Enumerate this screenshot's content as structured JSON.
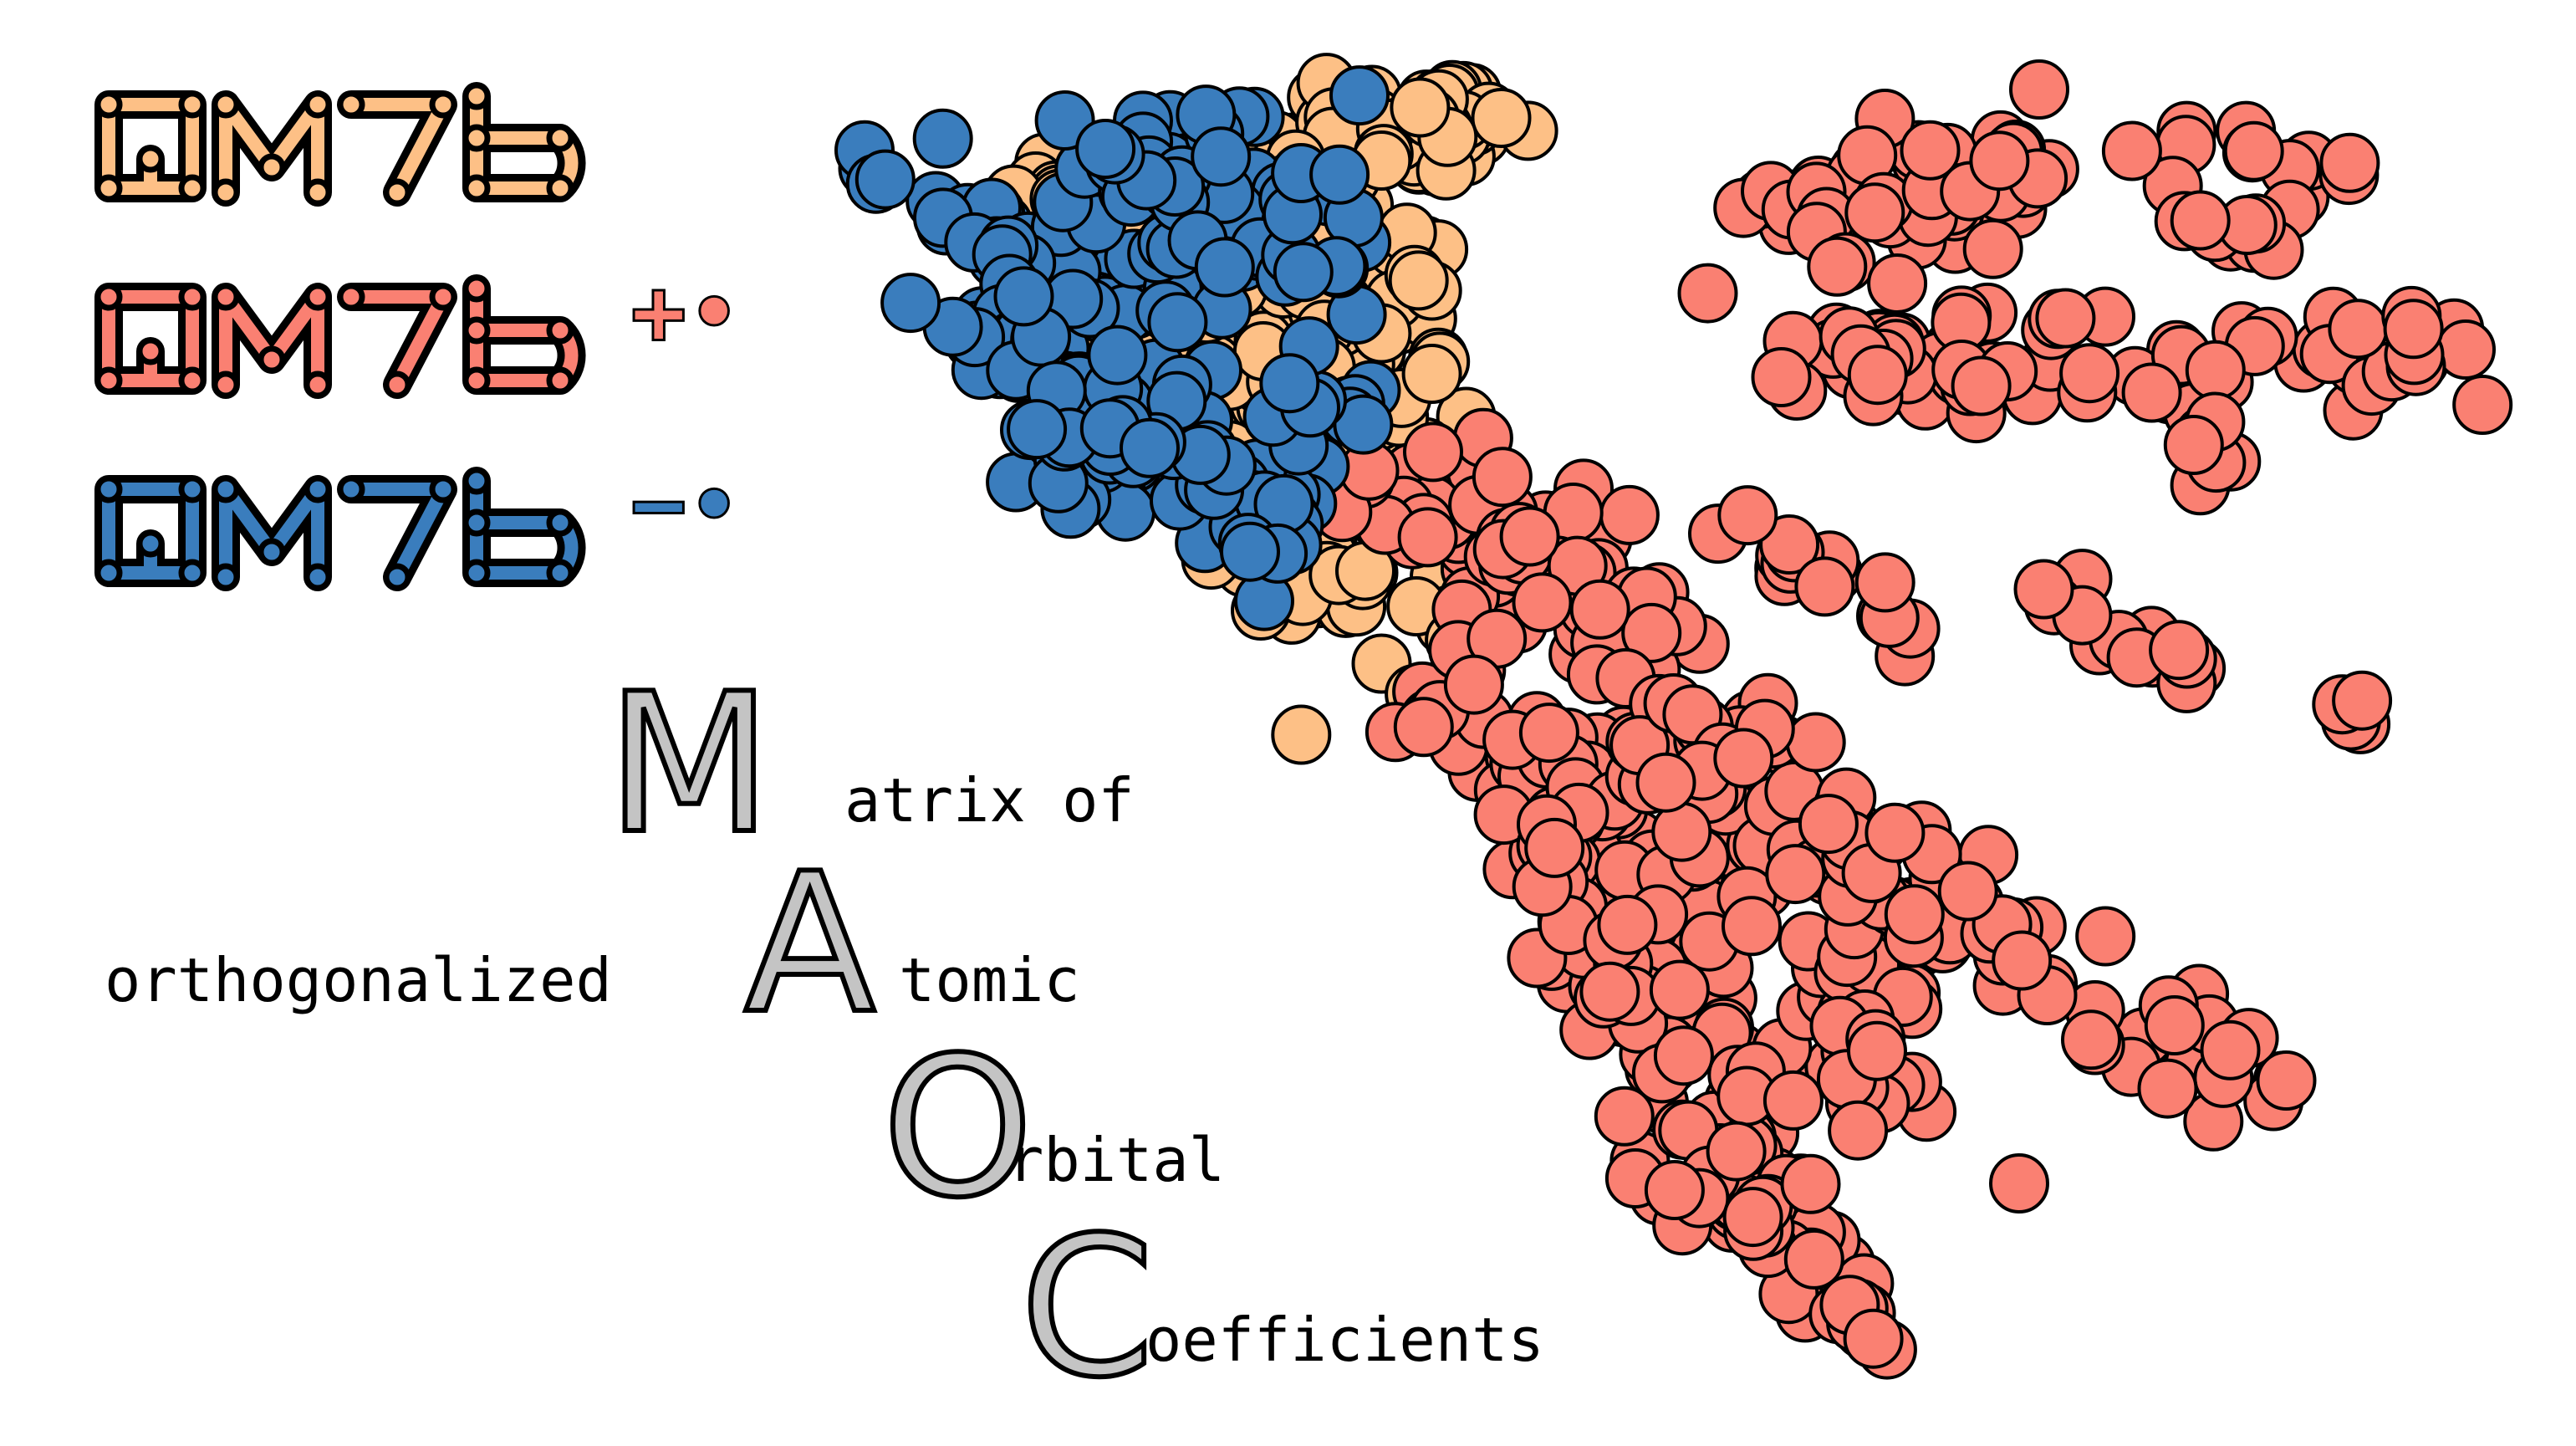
{
  "logo": {
    "lines": [
      {
        "name": "qm7b",
        "word": "QM7b",
        "superscript": "",
        "color": "#fdc086"
      },
      {
        "name": "qm7b-plus",
        "word": "QM7b",
        "superscript": "+•",
        "color": "#fa8072"
      },
      {
        "name": "qm7b-minus",
        "word": "QM7b",
        "superscript": "−•",
        "color": "#3a7dbd"
      }
    ]
  },
  "acronym": {
    "m_letter": "M",
    "m_rest": "atrix of",
    "a_prefix": "orthogonalized",
    "a_letter": "A",
    "a_rest": "tomic",
    "o_letter": "O",
    "o_rest": "rbital",
    "c_letter": "C",
    "c_rest": "oefficients"
  },
  "chart_data": {
    "type": "scatter",
    "series": [
      {
        "color": "#fdc086"
      },
      {
        "color": "#fa8072"
      },
      {
        "color": "#3a7dbd"
      }
    ],
    "colors": {
      "neutral": "#fdc086",
      "cation": "#fa8072",
      "anion": "#3a7dbd",
      "outline": "#000000"
    }
  }
}
